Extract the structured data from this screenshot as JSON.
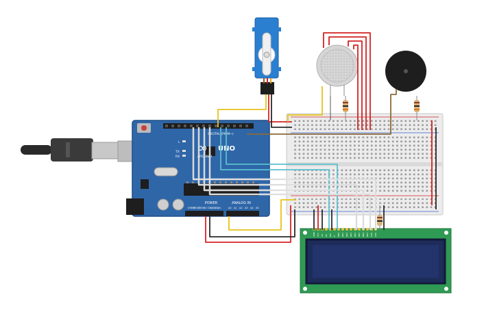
{
  "arduino": {
    "brand": "ARDUINO",
    "model": "UNO",
    "header_digital": "DIGITAL (PWM~)",
    "header_power": "POWER",
    "header_analog": "ANALOG IN",
    "led_labels": [
      "L",
      "TX",
      "RX"
    ],
    "power_pins": [
      "IOREF",
      "RESET",
      "3.3V",
      "5V",
      "GND",
      "GND",
      "Vin"
    ],
    "analog_pins": [
      "A0",
      "A1",
      "A2",
      "A3",
      "A4",
      "A5"
    ]
  },
  "lcd": {
    "pin_labels": [
      "GND",
      "VCC",
      "V0",
      "RS",
      "RW",
      "E",
      "DB0",
      "DB1",
      "DB2",
      "DB3",
      "DB4",
      "DB5",
      "DB6",
      "DB7",
      "LED",
      "LED"
    ]
  },
  "colors": {
    "arduino_board": "#2f66a8",
    "lcd_board": "#2f9a53",
    "lcd_screen": "#1e2c5a",
    "breadboard": "#ececec",
    "wire_red": "#d42222",
    "wire_black": "#2a2a2a",
    "wire_yellow": "#e8c21a",
    "wire_cyan": "#5bbfd0",
    "wire_brown": "#8a6a3a",
    "wire_white": "#f0f0f0",
    "servo_body": "#2b7fd0",
    "buzzer": "#1e1e1e"
  }
}
